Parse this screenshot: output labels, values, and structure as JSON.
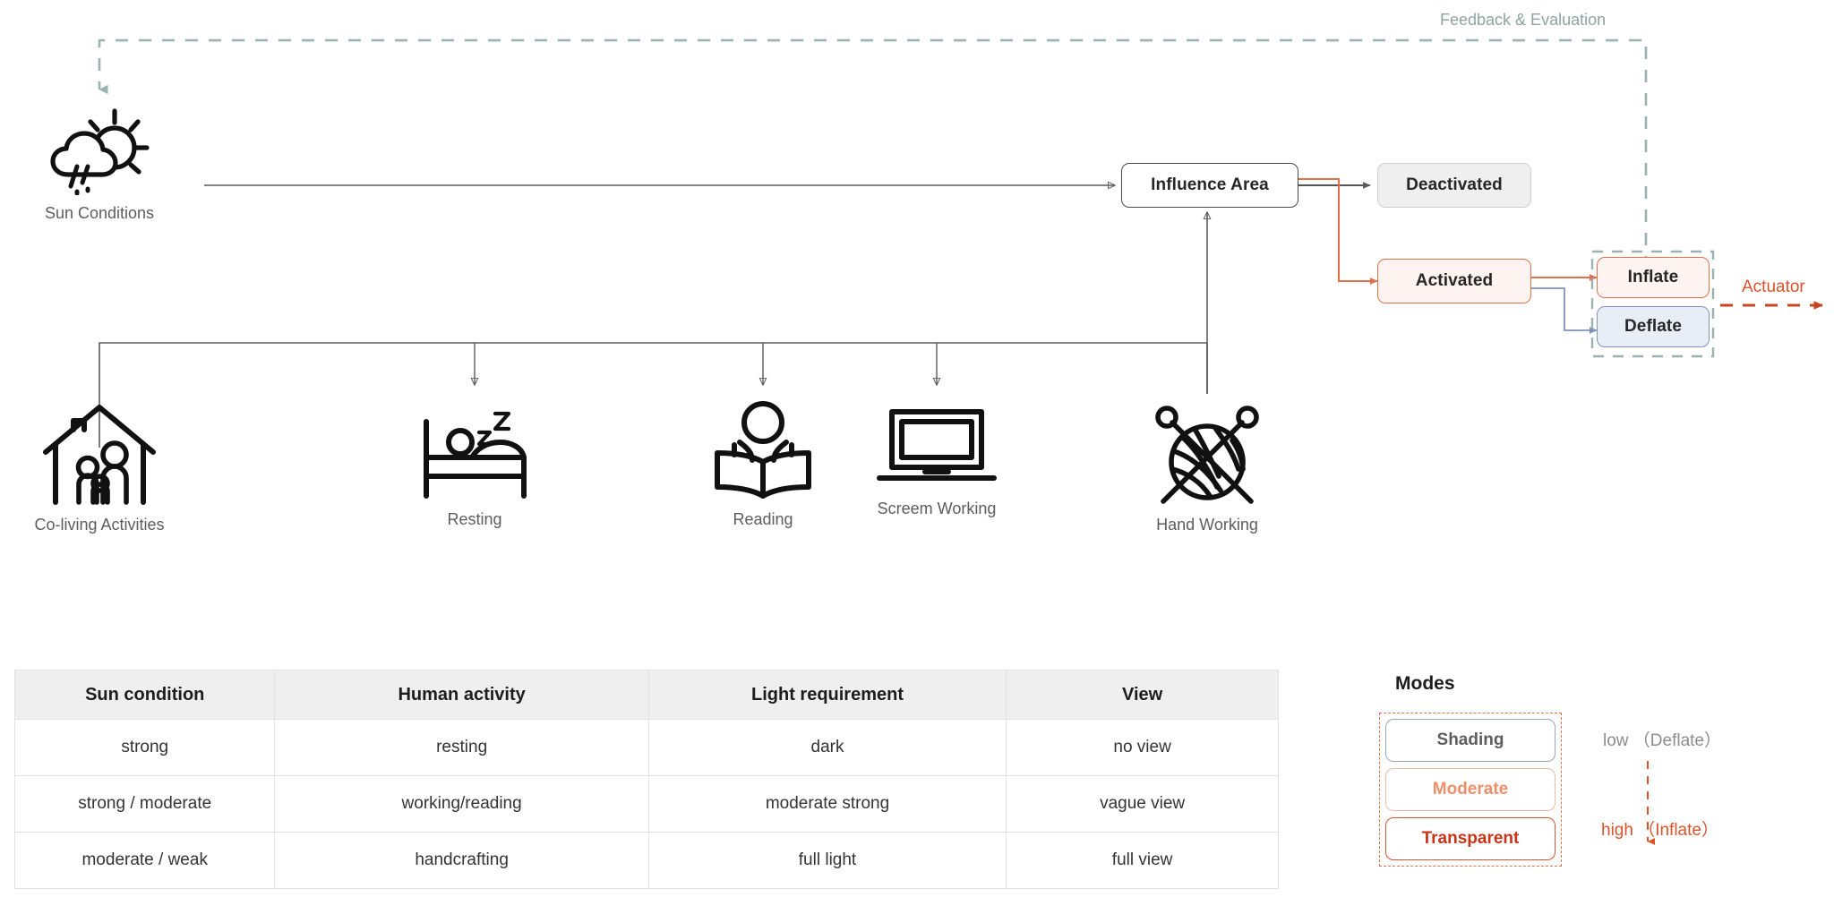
{
  "diagram": {
    "feedback_label": "Feedback & Evaluation",
    "actuator_label": "Actuator",
    "nodes": {
      "influence_area": "Influence Area",
      "deactivated": "Deactivated",
      "activated": "Activated",
      "inflate": "Inflate",
      "deflate": "Deflate"
    },
    "sources": [
      {
        "key": "sun",
        "label": "Sun Conditions",
        "icon": "sun-cloud-rain-icon"
      },
      {
        "key": "coliving",
        "label": "Co-living Activities",
        "icon": "house-family-icon"
      }
    ],
    "activities": [
      {
        "key": "resting",
        "label": "Resting",
        "icon": "bed-sleeping-icon"
      },
      {
        "key": "reading",
        "label": "Reading",
        "icon": "person-reading-book-icon"
      },
      {
        "key": "screen",
        "label": "Screem Working",
        "icon": "laptop-icon"
      },
      {
        "key": "hand",
        "label": "Hand Working",
        "icon": "yarn-knitting-needles-icon"
      }
    ]
  },
  "matrix": {
    "columns": [
      "Sun condition",
      "Human activity",
      "Light requirement",
      "View"
    ],
    "rows": [
      [
        "strong",
        "resting",
        "dark",
        "no view"
      ],
      [
        "strong / moderate",
        "working/reading",
        "moderate strong",
        "vague view"
      ],
      [
        "moderate / weak",
        "handcrafting",
        "full light",
        "full view"
      ]
    ]
  },
  "modes": {
    "title": "Modes",
    "chips": [
      {
        "key": "shading",
        "label": "Shading"
      },
      {
        "key": "moderate",
        "label": "Moderate"
      },
      {
        "key": "transparent",
        "label": "Transparent"
      }
    ],
    "levels": {
      "low": "low （Deflate）",
      "high": "high （Inflate）"
    }
  },
  "colors": {
    "accent": "#d7542c",
    "accent_soft": "#e0714b",
    "feedback": "#8fa3a3",
    "blue": "#7f94bb",
    "neutral_line": "#5b5b5b",
    "muted_text": "#5d5d5d"
  }
}
